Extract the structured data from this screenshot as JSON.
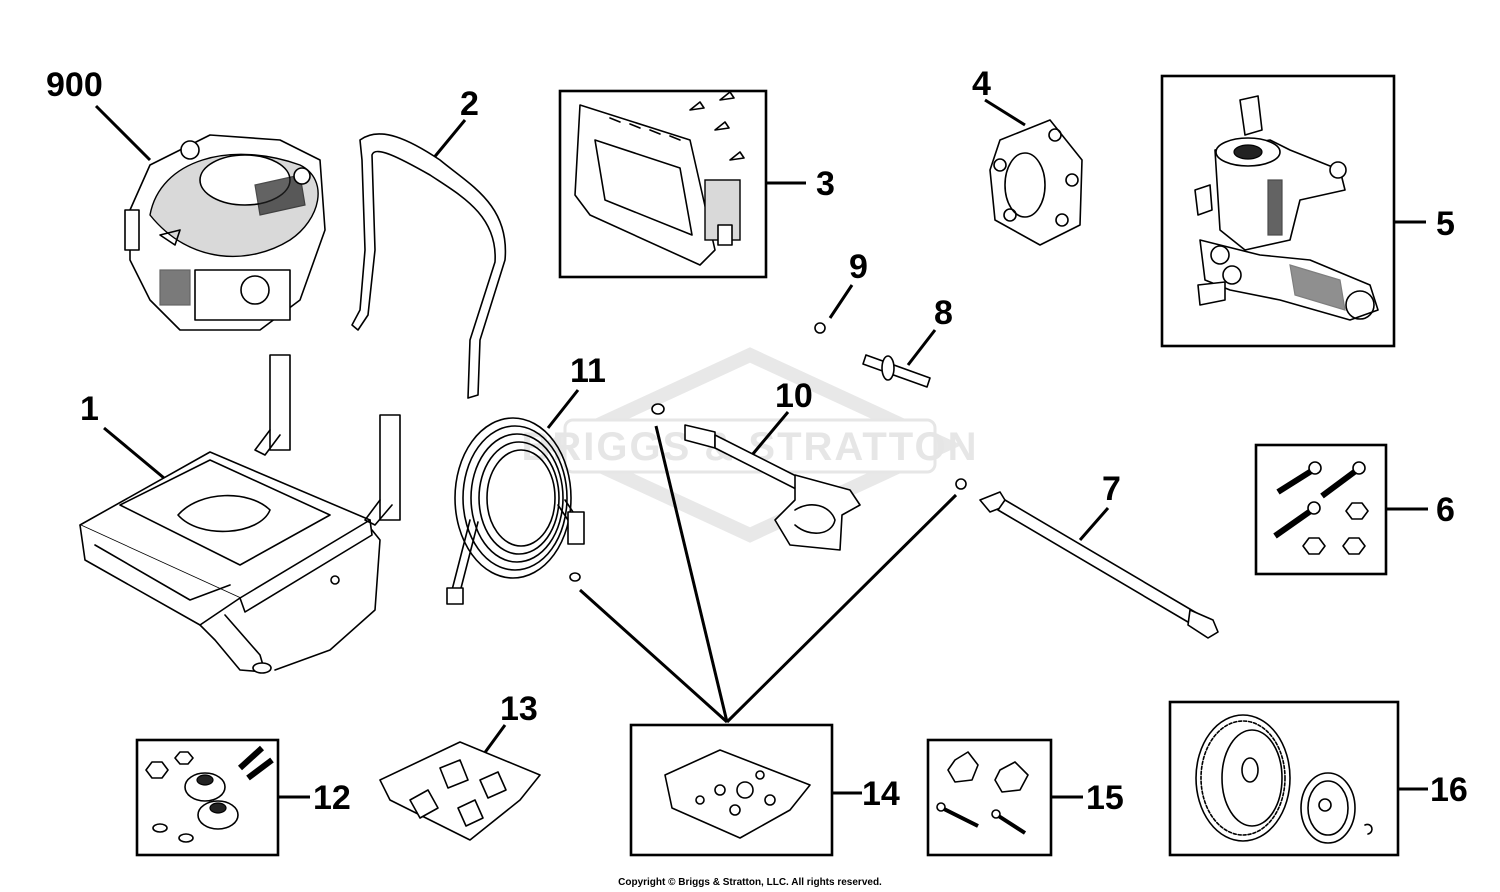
{
  "watermark": "BRIGGS & STRATTON",
  "copyright": "Copyright © Briggs & Stratton, LLC. All rights reserved.",
  "parts": [
    {
      "num": "900",
      "icon": "engine-icon"
    },
    {
      "num": "1",
      "icon": "frame-base-icon"
    },
    {
      "num": "2",
      "icon": "handle-bar-icon"
    },
    {
      "num": "3",
      "icon": "control-panel-icon"
    },
    {
      "num": "4",
      "icon": "adapter-plate-icon"
    },
    {
      "num": "5",
      "icon": "pump-icon"
    },
    {
      "num": "6",
      "icon": "bolt-nut-kit-icon"
    },
    {
      "num": "7",
      "icon": "spray-wand-icon"
    },
    {
      "num": "8",
      "icon": "shaft-icon"
    },
    {
      "num": "9",
      "icon": "nut-icon"
    },
    {
      "num": "10",
      "icon": "spray-gun-icon"
    },
    {
      "num": "11",
      "icon": "hose-icon"
    },
    {
      "num": "12",
      "icon": "hardware-kit-icon"
    },
    {
      "num": "13",
      "icon": "nozzle-kit-icon"
    },
    {
      "num": "14",
      "icon": "o-ring-kit-icon"
    },
    {
      "num": "15",
      "icon": "knob-kit-icon"
    },
    {
      "num": "16",
      "icon": "wheel-kit-icon"
    }
  ]
}
